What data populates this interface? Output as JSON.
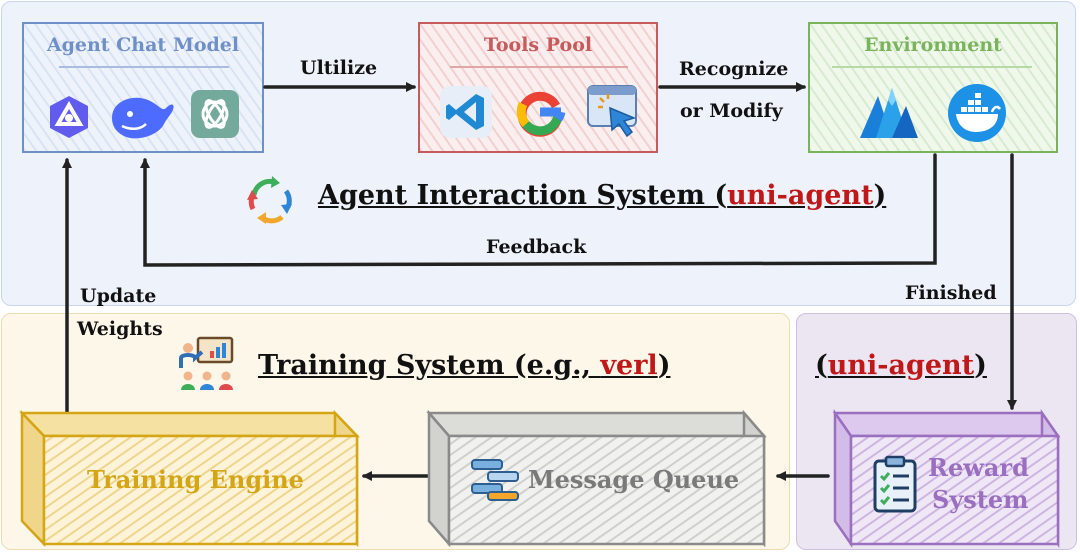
{
  "agent_box": {
    "title": "Agent Chat Model",
    "icons": [
      "qwen-icon",
      "deepseek-whale-icon",
      "chatgpt-icon"
    ]
  },
  "tools_box": {
    "title": "Tools Pool",
    "icons": [
      "vscode-icon",
      "google-icon",
      "cursor-click-icon"
    ]
  },
  "env_box": {
    "title": "Environment",
    "icons": [
      "mountain-peaks-icon",
      "docker-whale-icon"
    ]
  },
  "arrows": {
    "utilize": "Ultilize",
    "recognize_1": "Recognize",
    "recognize_2": "or Modify",
    "feedback": "Feedback",
    "finished": "Finished",
    "update_1": "Update",
    "update_2": "Weights"
  },
  "interaction_system": {
    "prefix": "Agent Interaction System (",
    "highlight": "uni-agent",
    "suffix": ")",
    "icon": "cycle-arrows-icon"
  },
  "training_system": {
    "prefix": "Training System (e.g., ",
    "highlight": "verl",
    "suffix": ")",
    "icon": "presentation-board-icon"
  },
  "reward_region": {
    "prefix": "(",
    "highlight": "uni-agent",
    "suffix": ")"
  },
  "blocks": {
    "training_engine": "Training Engine",
    "message_queue": "Message Queue",
    "reward_1": "Reward",
    "reward_2": "System"
  },
  "colors": {
    "agent_blue": "#6f8fc7",
    "tools_red": "#c75a5a",
    "env_green": "#79b35b",
    "training_gold": "#d4a514",
    "queue_gray": "#8a8a8a",
    "reward_purple": "#9b6fc0",
    "highlight_red": "#c01818"
  }
}
